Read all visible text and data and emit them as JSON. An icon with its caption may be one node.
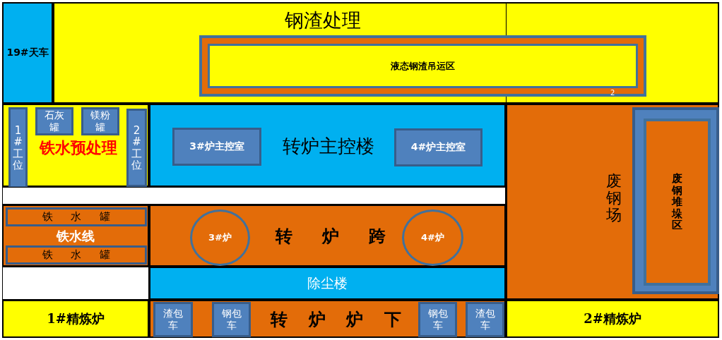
{
  "diagram": {
    "nodes": [
      {
        "text": [
          "19#天车"
        ]
      },
      {
        "text": [
          "钢渣处理"
        ]
      },
      {
        "text": [],
        "shape": "box",
        "in": 1
      },
      {
        "text": [
          "液态钢渣吊运区"
        ],
        "in": 2
      },
      {
        "text": [
          "铁水预处理"
        ]
      },
      {
        "text": [
          "1#工位"
        ],
        "in": 4
      },
      {
        "text": [
          "石灰罐"
        ],
        "in": 4
      },
      {
        "text": [
          "镁粉罐"
        ],
        "in": 4
      },
      {
        "text": [
          "2#工位"
        ],
        "in": 4
      },
      {
        "text": [
          "转炉主控楼"
        ]
      },
      {
        "text": [
          "3#炉主控室"
        ],
        "in": 9
      },
      {
        "text": [
          "4#炉主控室"
        ],
        "in": 9
      },
      {
        "text": [
          "铁水线"
        ]
      },
      {
        "text": [
          "铁 水 罐"
        ],
        "in": 12
      },
      {
        "text": [
          "铁 水 罐"
        ],
        "in": 12
      },
      {
        "text": [
          "转 炉 跨"
        ]
      },
      {
        "text": [
          "3#炉"
        ],
        "in": 15
      },
      {
        "text": [
          "4#炉"
        ],
        "in": 15
      },
      {
        "text": [
          "除尘楼"
        ]
      },
      {
        "text": [
          "1#精炼炉"
        ]
      },
      {
        "text": [
          "转 炉 炉 下"
        ]
      },
      {
        "text": [
          "渣包车"
        ],
        "in": 20
      },
      {
        "text": [
          "钢包车"
        ],
        "in": 20
      },
      {
        "text": [
          "钢包车"
        ],
        "in": 20
      },
      {
        "text": [
          "渣包车"
        ],
        "in": 20
      },
      {
        "text": [
          "2#精炼炉"
        ]
      },
      {
        "text": [
          "废钢场"
        ]
      },
      {
        "text": [],
        "shape": "box",
        "in": 26
      },
      {
        "text": [
          "废钢堆垛区"
        ],
        "in": 27
      },
      {
        "text": [],
        "shape": "box"
      },
      {
        "text": [],
        "shape": "box"
      }
    ],
    "labels": [
      "2"
    ]
  }
}
